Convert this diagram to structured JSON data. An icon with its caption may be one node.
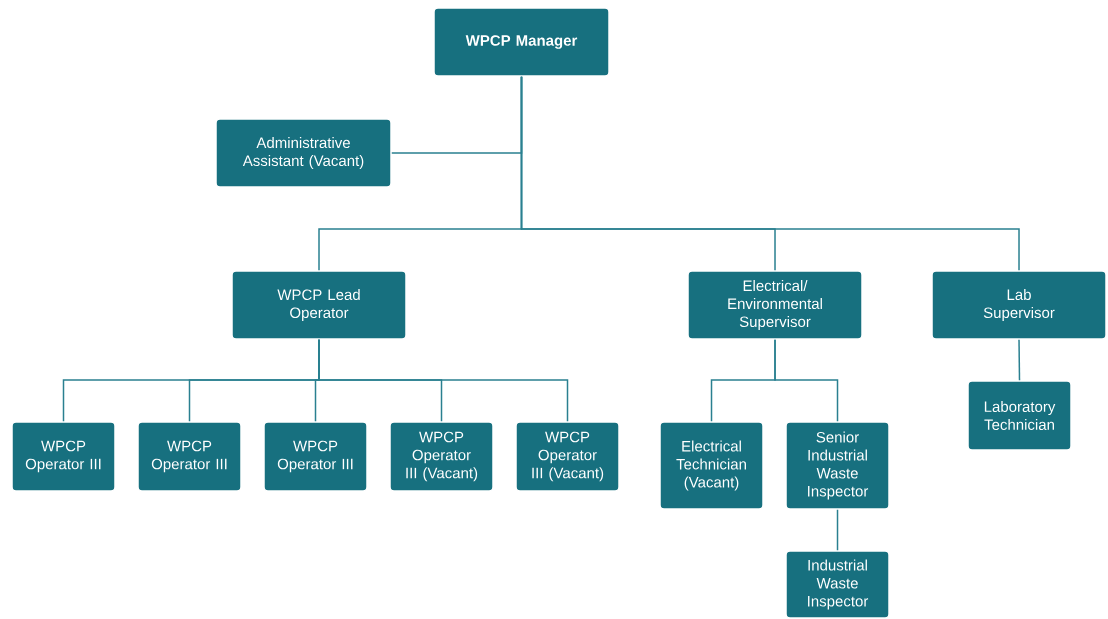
{
  "diagram": {
    "nodes": [
      {
        "text": [
          "WPCP Manager"
        ]
      },
      {
        "text": [
          "Administrative Assistant (Vacant)"
        ]
      },
      {
        "text": [
          "WPCP Lead Operator"
        ]
      },
      {
        "text": [
          "Electrical/ Environmental Supervisor"
        ]
      },
      {
        "text": [
          "Lab Supervisor"
        ]
      },
      {
        "text": [
          "WPCP Operator III"
        ]
      },
      {
        "text": [
          "WPCP Operator III"
        ]
      },
      {
        "text": [
          "WPCP Operator III"
        ]
      },
      {
        "text": [
          "WPCP Operator III (Vacant)"
        ]
      },
      {
        "text": [
          "WPCP Operator III (Vacant)"
        ]
      },
      {
        "text": [
          "Electrical Technician (Vacant)"
        ]
      },
      {
        "text": [
          "Senior Industrial Waste Inspector"
        ]
      },
      {
        "text": [
          "Industrial Waste Inspector"
        ]
      },
      {
        "text": [
          "Laboratory Technician"
        ]
      }
    ],
    "edges": [
      {
        "from": 0,
        "to": 1,
        "arrow": "none"
      },
      {
        "from": 0,
        "to": 2,
        "arrow": "none"
      },
      {
        "from": 0,
        "to": 3,
        "arrow": "none"
      },
      {
        "from": 0,
        "to": 4,
        "arrow": "none"
      },
      {
        "from": 2,
        "to": 5,
        "arrow": "none"
      },
      {
        "from": 2,
        "to": 6,
        "arrow": "none"
      },
      {
        "from": 2,
        "to": 7,
        "arrow": "none"
      },
      {
        "from": 2,
        "to": 8,
        "arrow": "none"
      },
      {
        "from": 2,
        "to": 9,
        "arrow": "none"
      },
      {
        "from": 3,
        "to": 10,
        "arrow": "none"
      },
      {
        "from": 3,
        "to": 11,
        "arrow": "none"
      },
      {
        "from": 11,
        "to": 12,
        "arrow": "none"
      },
      {
        "from": 4,
        "to": 13,
        "arrow": "none"
      }
    ]
  }
}
